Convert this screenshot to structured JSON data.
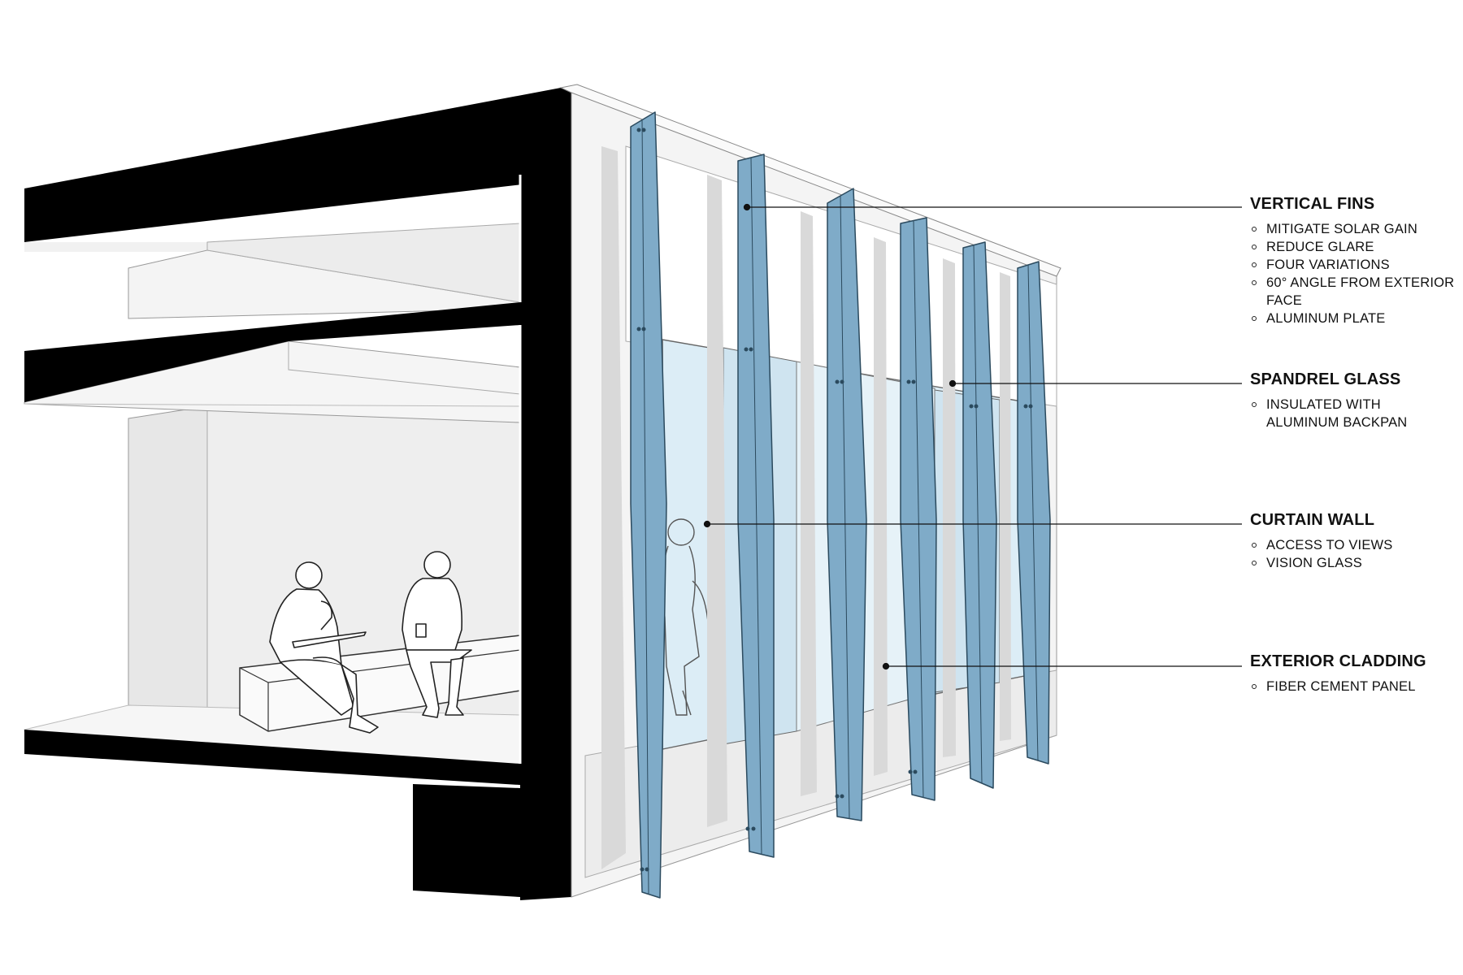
{
  "callouts": {
    "vertical_fins": {
      "title": "VERTICAL FINS",
      "items": [
        "MITIGATE SOLAR GAIN",
        "REDUCE GLARE",
        "FOUR VARIATIONS",
        "60° ANGLE FROM EXTERIOR",
        "FACE",
        "ALUMINUM PLATE"
      ]
    },
    "spandrel_glass": {
      "title": "SPANDREL GLASS",
      "items": [
        "INSULATED WITH",
        "ALUMINUM BACKPAN"
      ]
    },
    "curtain_wall": {
      "title": "CURTAIN WALL",
      "items": [
        "ACCESS TO VIEWS",
        "VISION GLASS"
      ]
    },
    "exterior_cladding": {
      "title": "EXTERIOR CLADDING",
      "items": [
        "FIBER CEMENT PANEL"
      ]
    }
  },
  "colors": {
    "fin": "#7fabc8",
    "glass": "#dcedf6",
    "slab": "#000000",
    "wall": "#eeeeee"
  }
}
